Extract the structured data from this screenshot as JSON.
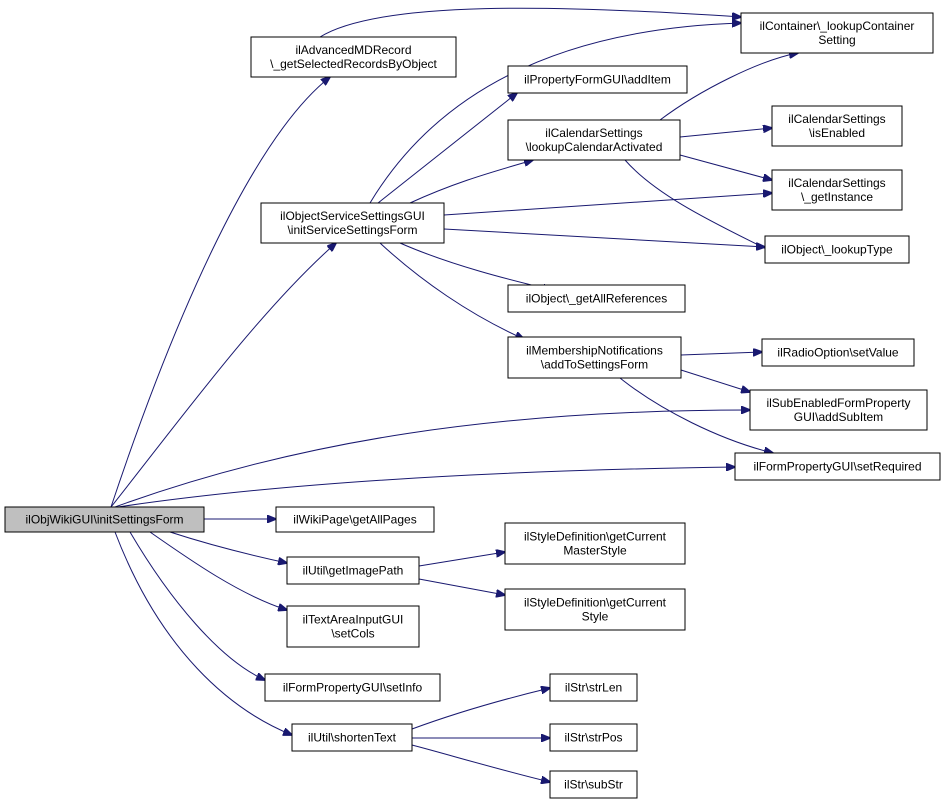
{
  "diagram": {
    "colors": {
      "edge": "#191970",
      "root_fill": "#bfbfbf",
      "node_fill": "#ffffff",
      "border": "#000000"
    },
    "nodes": [
      {
        "id": "root",
        "lines": [
          "ilObjWikiGUI\\initSettingsForm"
        ]
      },
      {
        "id": "advmd",
        "lines": [
          "ilAdvancedMDRecord",
          "\\_getSelectedRecordsByObject"
        ]
      },
      {
        "id": "container",
        "lines": [
          "ilContainer\\_lookupContainer",
          "Setting"
        ]
      },
      {
        "id": "propadd",
        "lines": [
          "ilPropertyFormGUI\\addItem"
        ]
      },
      {
        "id": "calact",
        "lines": [
          "ilCalendarSettings",
          "\\lookupCalendarActivated"
        ]
      },
      {
        "id": "calenabled",
        "lines": [
          "ilCalendarSettings",
          "\\isEnabled"
        ]
      },
      {
        "id": "calinst",
        "lines": [
          "ilCalendarSettings",
          "\\_getInstance"
        ]
      },
      {
        "id": "objsvc",
        "lines": [
          "ilObjectServiceSettingsGUI",
          "\\initServiceSettingsForm"
        ]
      },
      {
        "id": "lookuptype",
        "lines": [
          "ilObject\\_lookupType"
        ]
      },
      {
        "id": "allrefs",
        "lines": [
          "ilObject\\_getAllReferences"
        ]
      },
      {
        "id": "memb",
        "lines": [
          "ilMembershipNotifications",
          "\\addToSettingsForm"
        ]
      },
      {
        "id": "radio",
        "lines": [
          "ilRadioOption\\setValue"
        ]
      },
      {
        "id": "subitem",
        "lines": [
          "ilSubEnabledFormProperty",
          "GUI\\addSubItem"
        ]
      },
      {
        "id": "setreq",
        "lines": [
          "ilFormPropertyGUI\\setRequired"
        ]
      },
      {
        "id": "wikipages",
        "lines": [
          "ilWikiPage\\getAllPages"
        ]
      },
      {
        "id": "imgpath",
        "lines": [
          "ilUtil\\getImagePath"
        ]
      },
      {
        "id": "stylemaster",
        "lines": [
          "ilStyleDefinition\\getCurrent",
          "MasterStyle"
        ]
      },
      {
        "id": "stylecur",
        "lines": [
          "ilStyleDefinition\\getCurrent",
          "Style"
        ]
      },
      {
        "id": "textarea",
        "lines": [
          "ilTextAreaInputGUI",
          "\\setCols"
        ]
      },
      {
        "id": "setinfo",
        "lines": [
          "ilFormPropertyGUI\\setInfo"
        ]
      },
      {
        "id": "shorten",
        "lines": [
          "ilUtil\\shortenText"
        ]
      },
      {
        "id": "strlen",
        "lines": [
          "ilStr\\strLen"
        ]
      },
      {
        "id": "strpos",
        "lines": [
          "ilStr\\strPos"
        ]
      },
      {
        "id": "substr",
        "lines": [
          "ilStr\\subStr"
        ]
      }
    ]
  }
}
